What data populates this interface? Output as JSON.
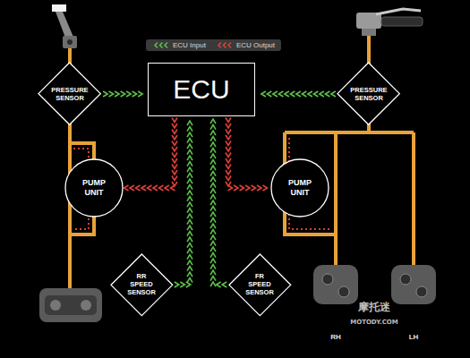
{
  "diagram": {
    "nodes": [
      {
        "text": [
          "ECU"
        ]
      },
      {
        "text": [
          "PRESSURE SENSOR"
        ]
      },
      {
        "text": [
          "PRESSURE SENSOR"
        ]
      },
      {
        "text": [
          "PUMP UNIT"
        ]
      },
      {
        "text": [
          "PUMP UNIT"
        ]
      },
      {
        "text": [
          "RR SPEED SENSOR"
        ]
      },
      {
        "text": [
          "FR SPEED SENSOR"
        ]
      }
    ],
    "edges": [
      {
        "from": 1,
        "to": 0,
        "arrow": "to"
      },
      {
        "from": 2,
        "to": 0,
        "arrow": "to"
      },
      {
        "from": 0,
        "to": 3,
        "arrow": "to"
      },
      {
        "from": 0,
        "to": 4,
        "arrow": "to"
      },
      {
        "from": 5,
        "to": 0,
        "arrow": "to"
      },
      {
        "from": 6,
        "to": 0,
        "arrow": "to"
      }
    ],
    "labels": [
      "RH",
      "LH",
      "摩托迷",
      "MOTODY.COM"
    ],
    "legend": [
      {
        "text": "ECU Input",
        "color": "#5ec24a"
      },
      {
        "text": "ECU Output",
        "color": "#e0413a"
      }
    ]
  }
}
